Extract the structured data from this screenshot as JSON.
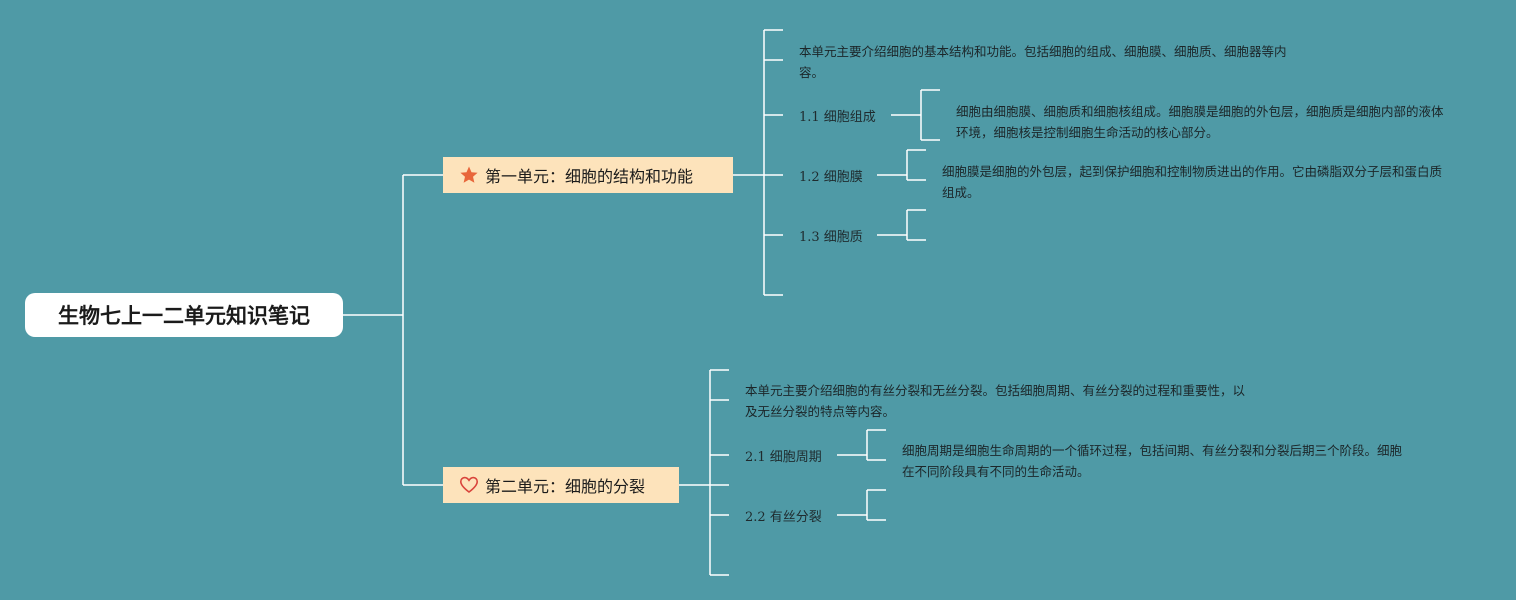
{
  "root": {
    "title": "生物七上一二单元知识笔记"
  },
  "units": [
    {
      "title": "第一单元：细胞的结构和功能",
      "icon": "star-icon",
      "intro": "本单元主要介绍细胞的基本结构和功能。包括细胞的组成、细胞膜、细胞质、细胞器等内容。",
      "sections": [
        {
          "num": "1.1",
          "label": "细胞组成",
          "text": "细胞由细胞膜、细胞质和细胞核组成。细胞膜是细胞的外包层，细胞质是细胞内部的液体环境，细胞核是控制细胞生命活动的核心部分。"
        },
        {
          "num": "1.2",
          "label": "细胞膜",
          "text": "细胞膜是细胞的外包层，起到保护细胞和控制物质进出的作用。它由磷脂双分子层和蛋白质组成。"
        },
        {
          "num": "1.3",
          "label": "细胞质",
          "text": ""
        }
      ]
    },
    {
      "title": "第二单元：细胞的分裂",
      "icon": "heart-icon",
      "intro": "本单元主要介绍细胞的有丝分裂和无丝分裂。包括细胞周期、有丝分裂的过程和重要性，以及无丝分裂的特点等内容。",
      "sections": [
        {
          "num": "2.1",
          "label": "细胞周期",
          "text": "细胞周期是细胞生命周期的一个循环过程，包括间期、有丝分裂和分裂后期三个阶段。细胞在不同阶段具有不同的生命活动。"
        },
        {
          "num": "2.2",
          "label": "有丝分裂",
          "text": ""
        }
      ]
    }
  ],
  "colors": {
    "background": "#4f9aa6",
    "line": "#ffffff",
    "unit_fill": "#fde3bb",
    "star": "#e8663a",
    "heart": "#d9443b"
  }
}
